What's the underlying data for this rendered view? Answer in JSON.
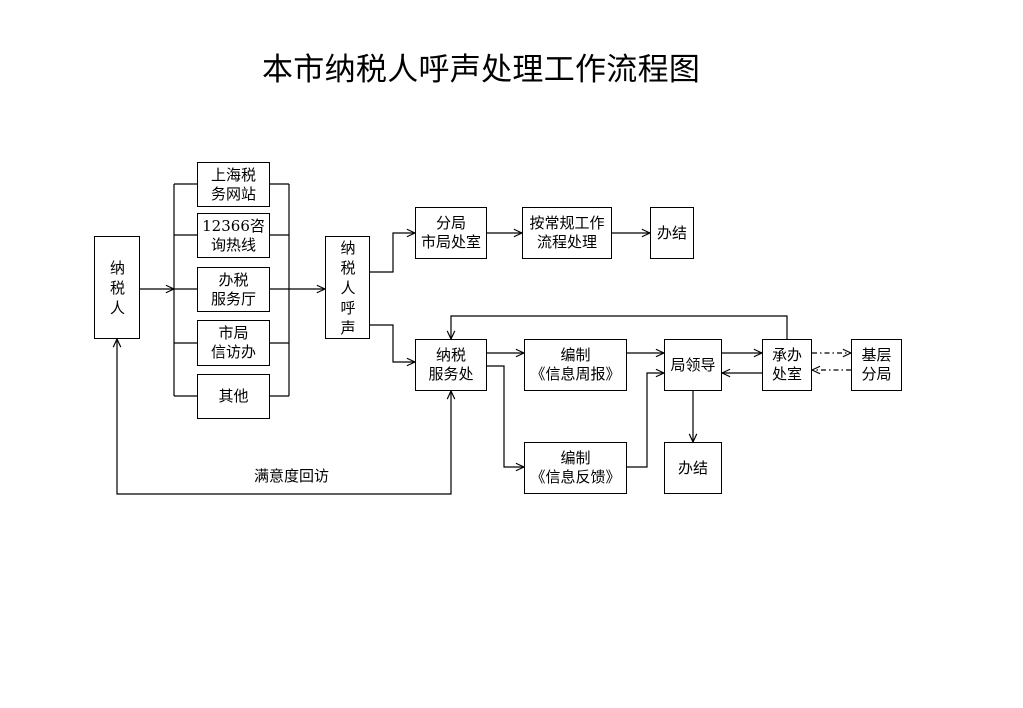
{
  "title": "本市纳税人呼声处理工作流程图",
  "taxpayer": {
    "label": "纳税人"
  },
  "channels": [
    {
      "lines": [
        "上海税",
        "务网站"
      ]
    },
    {
      "lines": [
        "12366咨",
        "询热线"
      ]
    },
    {
      "lines": [
        "办税",
        "服务厅"
      ]
    },
    {
      "lines": [
        "市局",
        "信访办"
      ]
    },
    {
      "lines": [
        "其他"
      ]
    }
  ],
  "taxpayer_voice": {
    "label": "纳税人呼声"
  },
  "branch_offices": {
    "lines": [
      "分局",
      "市局处室"
    ]
  },
  "regular_process": {
    "lines": [
      "按常规工作",
      "流程处理"
    ]
  },
  "closed_top": {
    "label": "办结"
  },
  "tax_service_dept": {
    "lines": [
      "纳税",
      "服务处"
    ]
  },
  "weekly_report": {
    "lines": [
      "编制",
      "《信息周报》"
    ]
  },
  "bureau_leaders": {
    "label": "局领导"
  },
  "handling_dept": {
    "lines": [
      "承办",
      "处室"
    ]
  },
  "district_branches": {
    "lines": [
      "基层",
      "分局"
    ]
  },
  "feedback_report": {
    "lines": [
      "编制",
      "《信息反馈》"
    ]
  },
  "closed_bottom": {
    "label": "办结"
  },
  "satisfaction_followup_label": "满意度回访",
  "colors": {
    "line": "#000000",
    "background": "#ffffff",
    "text": "#000000"
  }
}
